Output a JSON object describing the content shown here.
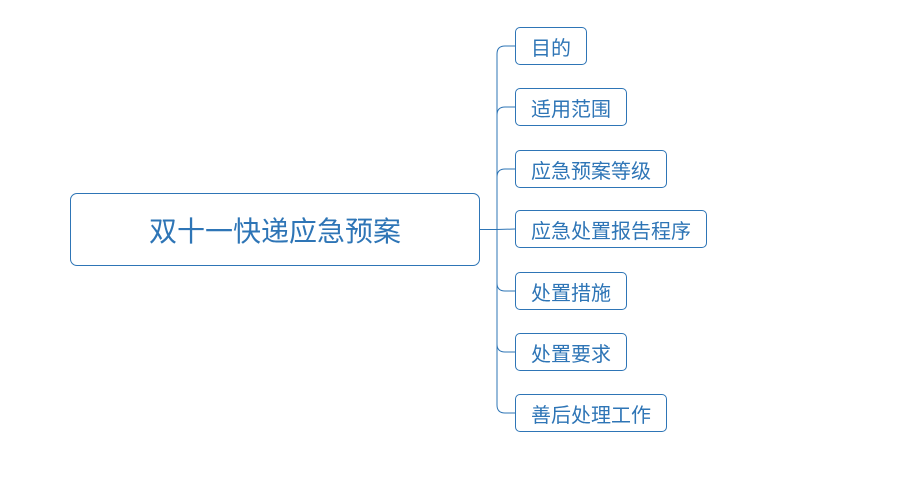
{
  "diagram": {
    "type": "mindmap",
    "root": {
      "label": "双十一快递应急预案"
    },
    "branches": [
      {
        "label": "目的"
      },
      {
        "label": "适用范围"
      },
      {
        "label": "应急预案等级"
      },
      {
        "label": "应急处置报告程序"
      },
      {
        "label": "处置措施"
      },
      {
        "label": "处置要求"
      },
      {
        "label": "善后处理工作"
      }
    ],
    "colors": {
      "accent": "#2E75B6",
      "background": "#FFFFFF"
    }
  }
}
